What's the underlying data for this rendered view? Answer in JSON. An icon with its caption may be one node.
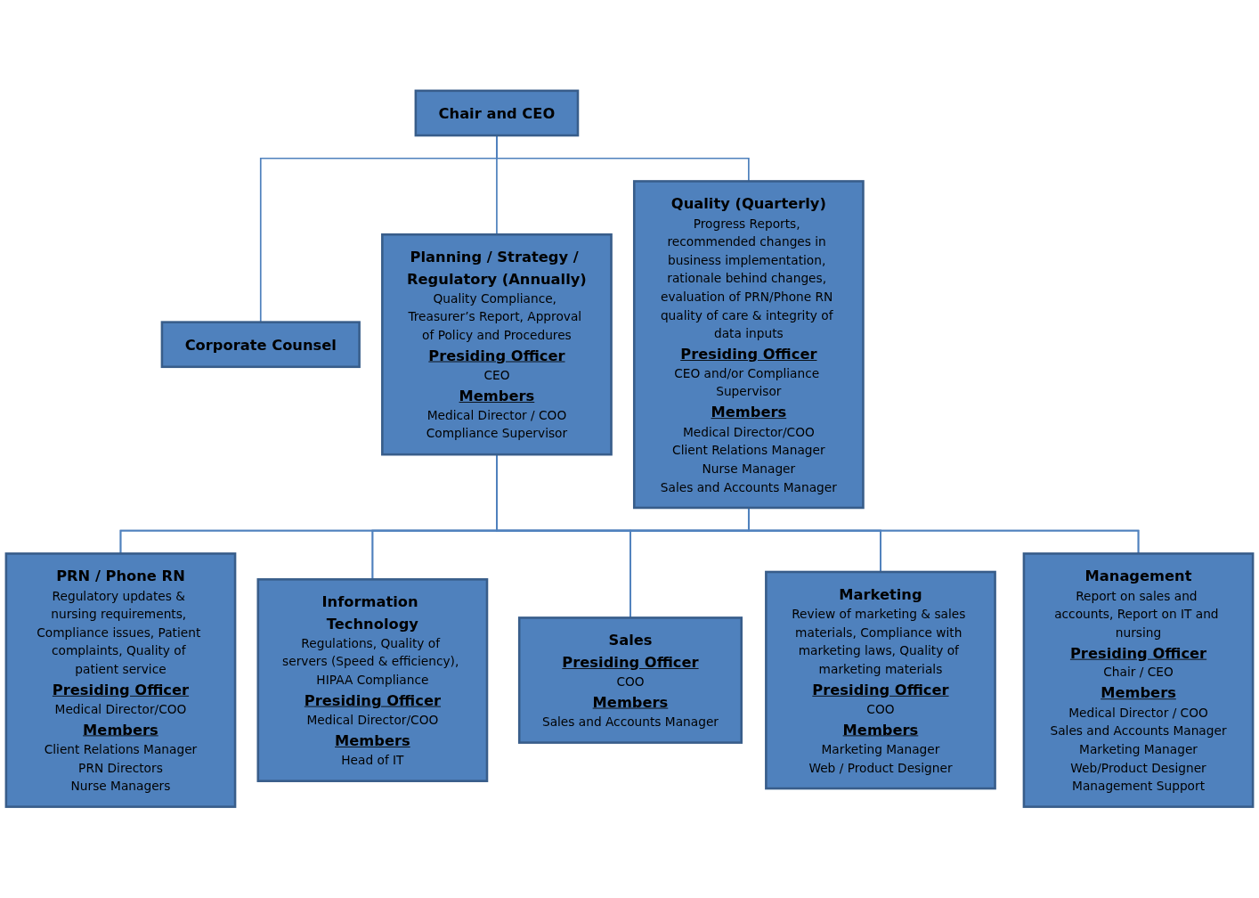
{
  "diagram": {
    "nodes": [
      {
        "text": [
          "Chair and CEO"
        ]
      },
      {
        "text": [
          "Corporate Counsel"
        ]
      },
      {
        "text": [
          "Planning / Strategy / Regulatory (Annually)",
          "Quality Compliance, Treasurer’s Report, Approval of Policy and Procedures",
          "Presiding Officer",
          "CEO",
          "Members",
          "Medical Director / COO",
          "Compliance Supervisor"
        ]
      },
      {
        "text": [
          "Quality (Quarterly)",
          "Progress Reports, recommended changes in business implementation, rationale behind changes, evaluation of PRN/Phone RN quality of care & integrity of data inputs",
          "Presiding Officer",
          "CEO and/or Compliance Supervisor",
          "Members",
          "Medical Director/COO",
          "Client Relations Manager",
          "Nurse Manager",
          "Sales and Accounts Manager"
        ]
      },
      {
        "text": [
          "PRN / Phone RN",
          "Regulatory updates & nursing requirements, Compliance issues, Patient complaints, Quality of patient service",
          "Presiding Officer",
          "Medical Director/COO",
          "Members",
          "Client Relations Manager",
          "PRN Directors",
          "Nurse Managers"
        ]
      },
      {
        "text": [
          "Information Technology",
          "Regulations, Quality of servers (Speed & efficiency), HIPAA Compliance",
          "Presiding Officer",
          "Medical Director/COO",
          "Members",
          "Head of IT"
        ]
      },
      {
        "text": [
          "Sales",
          "Presiding Officer",
          "COO",
          "Members",
          "Sales and Accounts Manager"
        ]
      },
      {
        "text": [
          "Marketing",
          "Review of marketing & sales materials, Compliance with marketing laws, Quality of marketing materials",
          "Presiding Officer",
          "COO",
          "Members",
          "Marketing Manager",
          "Web / Product Designer"
        ]
      },
      {
        "text": [
          "Management",
          "Report on sales and accounts, Report on IT and nursing",
          "Presiding Officer",
          "Chair / CEO",
          "Members",
          "Medical Director / COO",
          "Sales and Accounts Manager",
          "Marketing Manager",
          "Web/Product Designer",
          "Management Support"
        ]
      }
    ],
    "edges": [
      {
        "from": 0,
        "to": 1,
        "arrow": "none"
      },
      {
        "from": 0,
        "to": 2,
        "arrow": "none"
      },
      {
        "from": 0,
        "to": 3,
        "arrow": "none"
      },
      {
        "from": 2,
        "to": 4,
        "arrow": "none"
      },
      {
        "from": 2,
        "to": 5,
        "arrow": "none"
      },
      {
        "from": 2,
        "to": 6,
        "arrow": "none"
      },
      {
        "from": 2,
        "to": 7,
        "arrow": "none"
      },
      {
        "from": 2,
        "to": 8,
        "arrow": "none"
      },
      {
        "from": 3,
        "to": 4,
        "arrow": "none"
      },
      {
        "from": 3,
        "to": 5,
        "arrow": "none"
      },
      {
        "from": 3,
        "to": 6,
        "arrow": "none"
      },
      {
        "from": 3,
        "to": 7,
        "arrow": "none"
      },
      {
        "from": 3,
        "to": 8,
        "arrow": "none"
      }
    ]
  }
}
